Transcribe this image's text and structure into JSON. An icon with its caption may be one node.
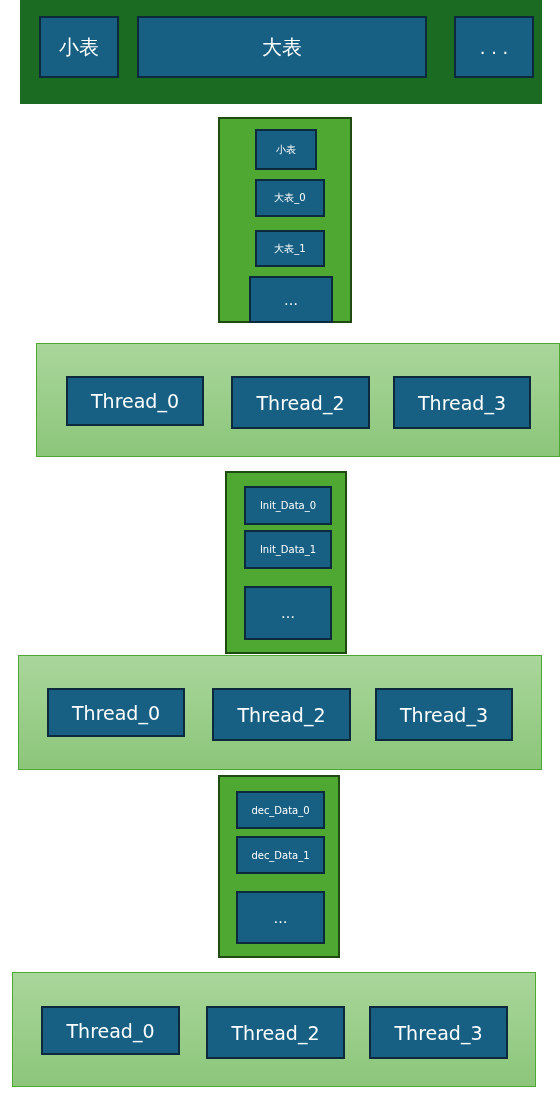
{
  "diagram": {
    "nodes": [
      {
        "text": [],
        "shape": "box"
      },
      {
        "text": [
          "小表"
        ],
        "in": 0
      },
      {
        "text": [
          "大表"
        ],
        "in": 0
      },
      {
        "text": [
          ". . ."
        ],
        "in": 0
      },
      {
        "text": [],
        "shape": "box"
      },
      {
        "text": [
          "小表"
        ],
        "in": 4
      },
      {
        "text": [
          "大表_0"
        ],
        "in": 4
      },
      {
        "text": [
          "大表_1"
        ],
        "in": 4
      },
      {
        "text": [
          "…"
        ],
        "in": 4
      },
      {
        "text": [],
        "shape": "box"
      },
      {
        "text": [
          "Thread_0"
        ],
        "in": 9
      },
      {
        "text": [
          "Thread_2"
        ],
        "in": 9
      },
      {
        "text": [
          "Thread_3"
        ],
        "in": 9
      },
      {
        "text": [],
        "shape": "box"
      },
      {
        "text": [
          "Init_Data_0"
        ],
        "in": 13
      },
      {
        "text": [
          "Init_Data_1"
        ],
        "in": 13
      },
      {
        "text": [
          "…"
        ],
        "in": 13
      },
      {
        "text": [],
        "shape": "box"
      },
      {
        "text": [
          "Thread_0"
        ],
        "in": 17
      },
      {
        "text": [
          "Thread_2"
        ],
        "in": 17
      },
      {
        "text": [
          "Thread_3"
        ],
        "in": 17
      },
      {
        "text": [],
        "shape": "box"
      },
      {
        "text": [
          "dec_Data_0"
        ],
        "in": 21
      },
      {
        "text": [
          "dec_Data_1"
        ],
        "in": 21
      },
      {
        "text": [
          "…"
        ],
        "in": 21
      },
      {
        "text": [],
        "shape": "box"
      },
      {
        "text": [
          "Thread_0"
        ],
        "in": 25
      },
      {
        "text": [
          "Thread_2"
        ],
        "in": 25
      },
      {
        "text": [
          "Thread_3"
        ],
        "in": 25
      }
    ]
  }
}
